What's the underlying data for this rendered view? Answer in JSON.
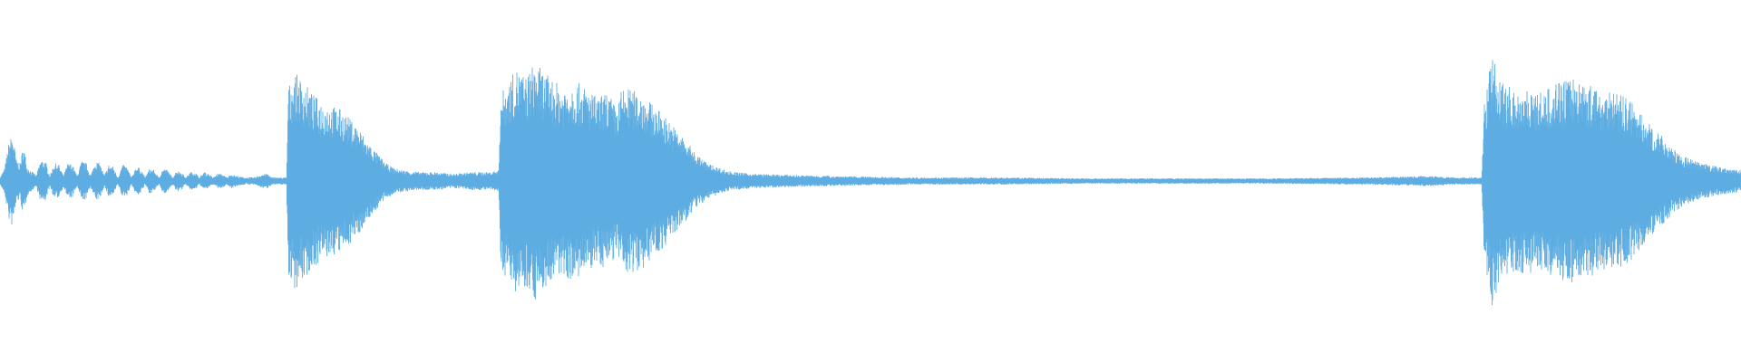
{
  "waveform": {
    "color": "#5DADE2",
    "background": "#FFFFFF",
    "envelope": [
      [
        0,
        0.02
      ],
      [
        5,
        0.07
      ],
      [
        10,
        0.22
      ],
      [
        14,
        0.26
      ],
      [
        18,
        0.12
      ],
      [
        22,
        0.1
      ],
      [
        26,
        0.2
      ],
      [
        30,
        0.08
      ],
      [
        40,
        0.03
      ],
      [
        45,
        0.12
      ],
      [
        50,
        0.11
      ],
      [
        55,
        0.03
      ],
      [
        60,
        0.1
      ],
      [
        65,
        0.09
      ],
      [
        70,
        0.03
      ],
      [
        75,
        0.1
      ],
      [
        80,
        0.09
      ],
      [
        85,
        0.03
      ],
      [
        90,
        0.11
      ],
      [
        95,
        0.1
      ],
      [
        100,
        0.03
      ],
      [
        105,
        0.11
      ],
      [
        110,
        0.1
      ],
      [
        115,
        0.03
      ],
      [
        120,
        0.09
      ],
      [
        125,
        0.08
      ],
      [
        130,
        0.02
      ],
      [
        135,
        0.09
      ],
      [
        140,
        0.08
      ],
      [
        145,
        0.02
      ],
      [
        150,
        0.08
      ],
      [
        155,
        0.07
      ],
      [
        160,
        0.02
      ],
      [
        165,
        0.07
      ],
      [
        170,
        0.06
      ],
      [
        175,
        0.02
      ],
      [
        180,
        0.07
      ],
      [
        185,
        0.06
      ],
      [
        190,
        0.02
      ],
      [
        195,
        0.06
      ],
      [
        200,
        0.05
      ],
      [
        205,
        0.02
      ],
      [
        210,
        0.05
      ],
      [
        215,
        0.05
      ],
      [
        220,
        0.02
      ],
      [
        225,
        0.05
      ],
      [
        230,
        0.04
      ],
      [
        235,
        0.02
      ],
      [
        240,
        0.04
      ],
      [
        245,
        0.04
      ],
      [
        250,
        0.02
      ],
      [
        255,
        0.04
      ],
      [
        260,
        0.03
      ],
      [
        270,
        0.02
      ],
      [
        280,
        0.02
      ],
      [
        290,
        0.04
      ],
      [
        295,
        0.04
      ],
      [
        300,
        0.02
      ],
      [
        310,
        0.02
      ],
      [
        316,
        0.02
      ],
      [
        318,
        0.52
      ],
      [
        325,
        0.6
      ],
      [
        335,
        0.55
      ],
      [
        345,
        0.48
      ],
      [
        355,
        0.44
      ],
      [
        365,
        0.42
      ],
      [
        375,
        0.4
      ],
      [
        385,
        0.35
      ],
      [
        395,
        0.3
      ],
      [
        405,
        0.22
      ],
      [
        415,
        0.16
      ],
      [
        425,
        0.1
      ],
      [
        435,
        0.07
      ],
      [
        445,
        0.06
      ],
      [
        460,
        0.05
      ],
      [
        480,
        0.05
      ],
      [
        500,
        0.04
      ],
      [
        520,
        0.05
      ],
      [
        540,
        0.05
      ],
      [
        550,
        0.06
      ],
      [
        552,
        0.48
      ],
      [
        560,
        0.55
      ],
      [
        570,
        0.62
      ],
      [
        580,
        0.58
      ],
      [
        590,
        0.66
      ],
      [
        600,
        0.6
      ],
      [
        610,
        0.56
      ],
      [
        620,
        0.52
      ],
      [
        630,
        0.55
      ],
      [
        640,
        0.54
      ],
      [
        650,
        0.5
      ],
      [
        660,
        0.46
      ],
      [
        670,
        0.5
      ],
      [
        680,
        0.4
      ],
      [
        685,
        0.5
      ],
      [
        690,
        0.52
      ],
      [
        700,
        0.5
      ],
      [
        710,
        0.48
      ],
      [
        720,
        0.42
      ],
      [
        730,
        0.38
      ],
      [
        740,
        0.32
      ],
      [
        750,
        0.26
      ],
      [
        760,
        0.2
      ],
      [
        770,
        0.14
      ],
      [
        780,
        0.1
      ],
      [
        790,
        0.08
      ],
      [
        800,
        0.06
      ],
      [
        810,
        0.05
      ],
      [
        830,
        0.04
      ],
      [
        860,
        0.035
      ],
      [
        900,
        0.03
      ],
      [
        950,
        0.025
      ],
      [
        1000,
        0.02
      ],
      [
        1100,
        0.02
      ],
      [
        1200,
        0.015
      ],
      [
        1300,
        0.015
      ],
      [
        1400,
        0.015
      ],
      [
        1500,
        0.02
      ],
      [
        1550,
        0.025
      ],
      [
        1580,
        0.03
      ],
      [
        1600,
        0.02
      ],
      [
        1630,
        0.02
      ],
      [
        1634,
        0.02
      ],
      [
        1637,
        0.44
      ],
      [
        1645,
        0.7
      ],
      [
        1655,
        0.55
      ],
      [
        1665,
        0.52
      ],
      [
        1675,
        0.5
      ],
      [
        1685,
        0.52
      ],
      [
        1695,
        0.48
      ],
      [
        1705,
        0.5
      ],
      [
        1715,
        0.54
      ],
      [
        1725,
        0.56
      ],
      [
        1735,
        0.58
      ],
      [
        1745,
        0.55
      ],
      [
        1755,
        0.53
      ],
      [
        1765,
        0.5
      ],
      [
        1775,
        0.52
      ],
      [
        1785,
        0.48
      ],
      [
        1795,
        0.46
      ],
      [
        1805,
        0.4
      ],
      [
        1815,
        0.34
      ],
      [
        1825,
        0.28
      ],
      [
        1835,
        0.24
      ],
      [
        1845,
        0.18
      ],
      [
        1855,
        0.14
      ],
      [
        1865,
        0.12
      ],
      [
        1875,
        0.1
      ],
      [
        1885,
        0.09
      ],
      [
        1895,
        0.08
      ],
      [
        1905,
        0.07
      ],
      [
        1920,
        0.06
      ]
    ]
  }
}
